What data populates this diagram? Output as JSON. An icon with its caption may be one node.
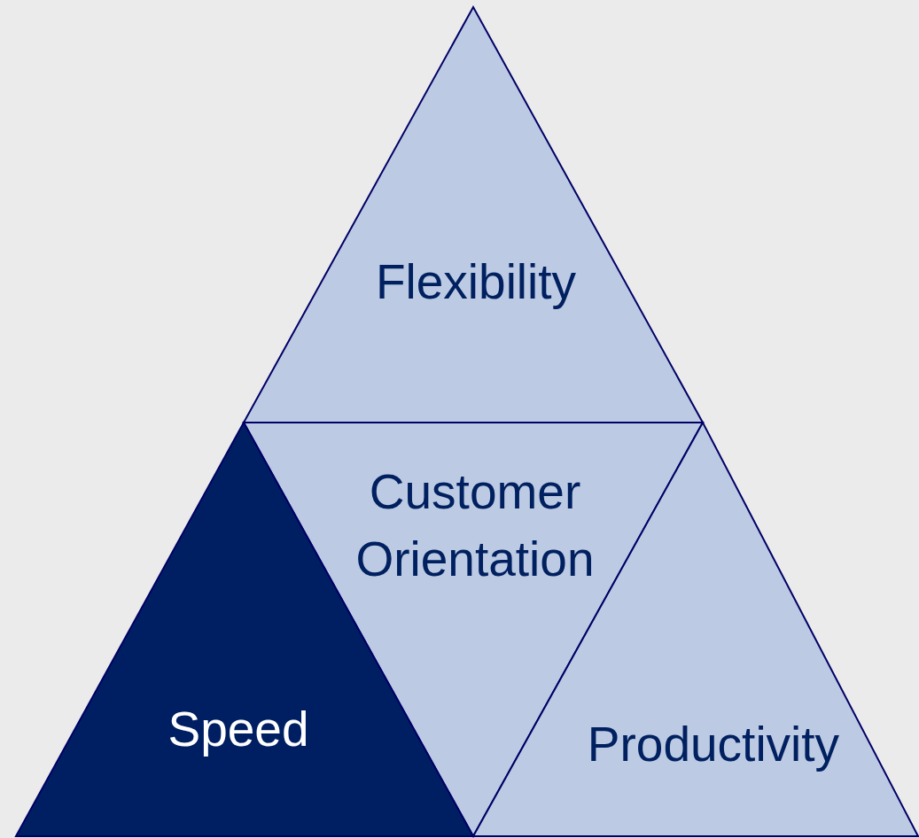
{
  "diagram": {
    "nodes": [
      {
        "text": [
          "Flexibility"
        ]
      },
      {
        "text": [
          "Customer Orientation"
        ]
      },
      {
        "text": [
          "Speed"
        ]
      },
      {
        "text": [
          "Productivity"
        ]
      }
    ]
  }
}
